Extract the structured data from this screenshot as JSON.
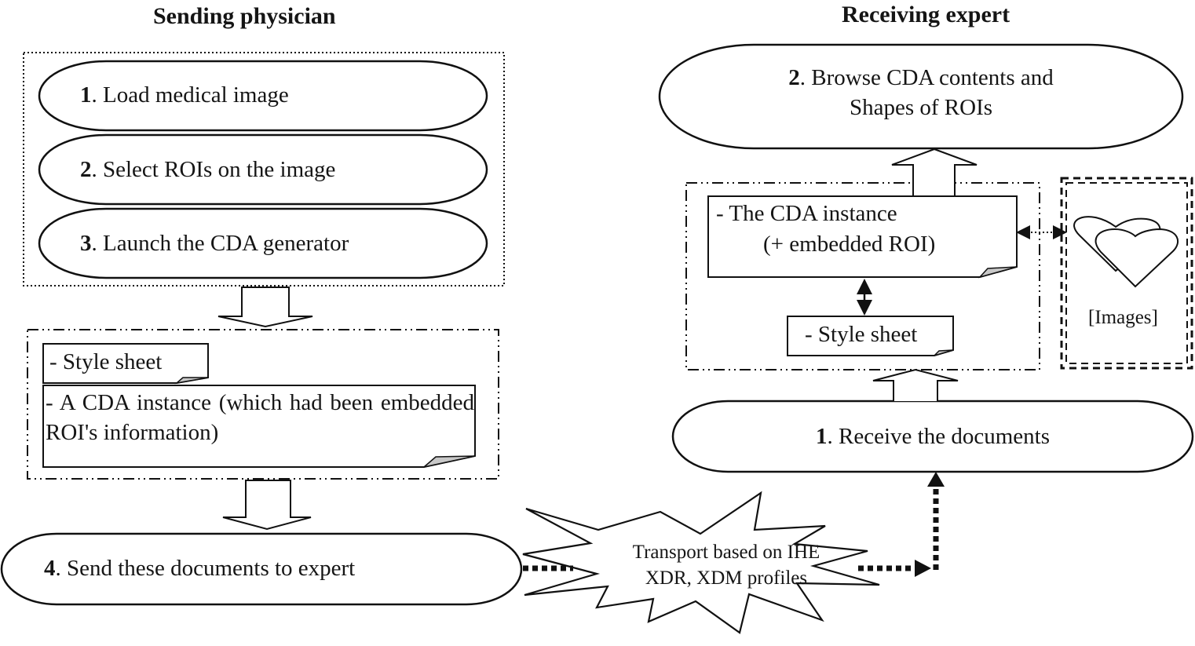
{
  "headers": {
    "sender": "Sending physician",
    "receiver": "Receiving expert"
  },
  "sender_steps": [
    {
      "num": "1",
      "label": ". Load medical image"
    },
    {
      "num": "2",
      "label": ". Select ROIs on the image"
    },
    {
      "num": "3",
      "label": ". Launch the CDA generator"
    },
    {
      "num": "4",
      "label": ". Send these documents to expert"
    }
  ],
  "sender_documents": {
    "style_sheet": "- Style sheet",
    "cda_instance": "- A CDA instance (which had been embedded ROI's information)"
  },
  "receiver_steps": [
    {
      "num": "1",
      "label": ". Receive the documents"
    },
    {
      "num": "2",
      "label_line1": ". Browse CDA contents and",
      "label_line2": "Shapes of ROIs"
    }
  ],
  "receiver_documents": {
    "cda_line1": "- The CDA instance",
    "cda_line2": "(+ embedded ROI)",
    "style_sheet": "- Style sheet",
    "images_label": "[Images]"
  },
  "transport": {
    "line1": "Transport based on IHE",
    "line2": "XDR, XDM profiles"
  },
  "colors": {
    "stroke": "#111111",
    "page_fold": "#c8c8c8",
    "background": "#ffffff"
  }
}
